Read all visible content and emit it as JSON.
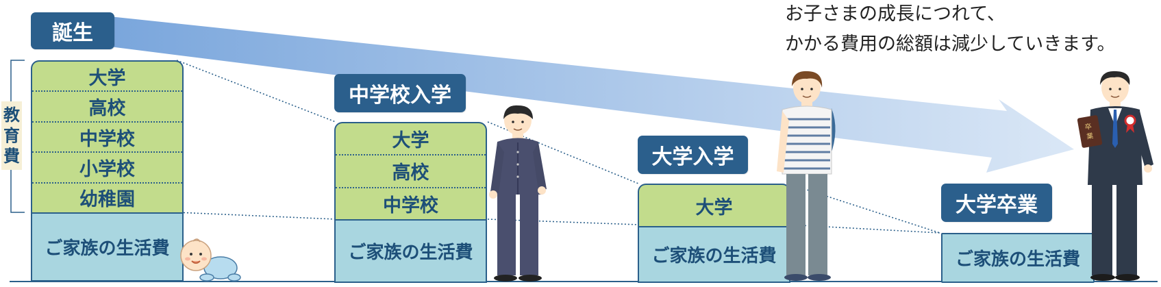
{
  "caption": {
    "line1": "お子さまの成長につれて、",
    "line2": "かかる費用の総額は減少していきます。"
  },
  "side_label": [
    "教",
    "育",
    "費"
  ],
  "stages": [
    {
      "badge": "誕生",
      "education": [
        "大学",
        "高校",
        "中学校",
        "小学校",
        "幼稚園"
      ],
      "living": "ご家族の生活費"
    },
    {
      "badge": "中学校入学",
      "education": [
        "大学",
        "高校",
        "中学校"
      ],
      "living": "ご家族の生活費"
    },
    {
      "badge": "大学入学",
      "education": [
        "大学"
      ],
      "living": "ご家族の生活費"
    },
    {
      "badge": "大学卒業",
      "education": [],
      "living": "ご家族の生活費"
    }
  ],
  "figures": [
    "baby",
    "junior-high-student",
    "university-student",
    "graduate-in-suit"
  ],
  "certificate_text": "卒業",
  "colors": {
    "badge": "#2b5f8c",
    "education_fill": "#c2dc8c",
    "living_fill": "#a9d6e0",
    "border": "#2a5f8a",
    "arrow": "#7aa6dc"
  }
}
